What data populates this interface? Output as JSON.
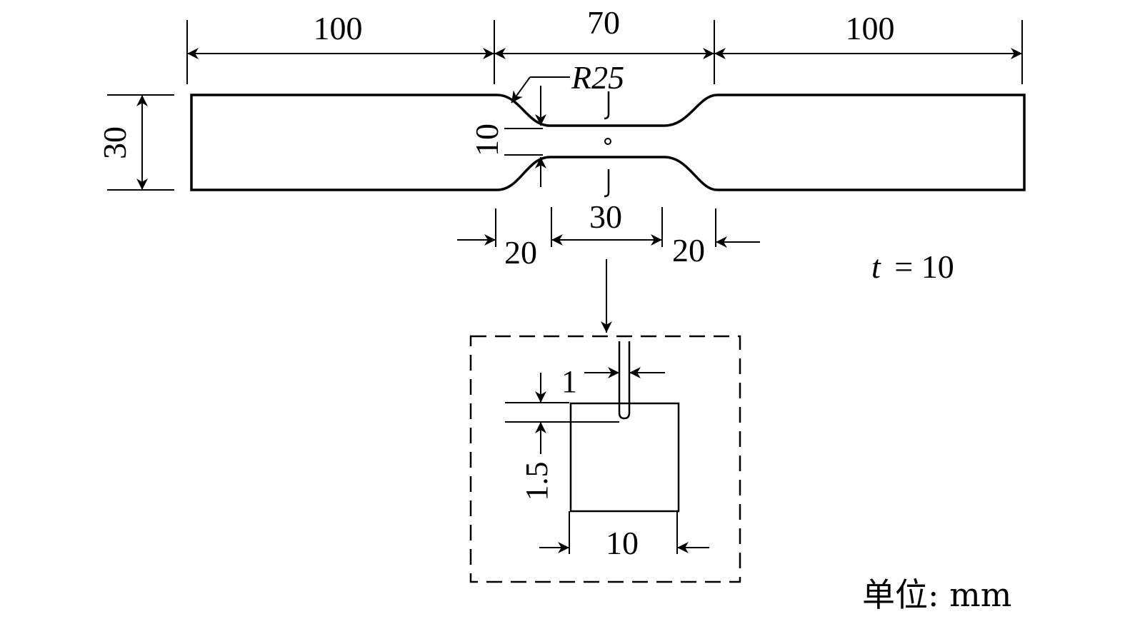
{
  "colors": {
    "line": "#000000",
    "background": "#ffffff"
  },
  "specimen": {
    "left_length": "100",
    "middle_length": "70",
    "right_length": "100",
    "overall_width": "30",
    "neck_width": "10",
    "fillet_radius": "R25",
    "left_transition": "20",
    "center_length": "30",
    "right_transition": "20",
    "thickness_symbol": "t",
    "thickness_value": "= 10"
  },
  "detail": {
    "notch_width": "1",
    "notch_depth": "1.5",
    "block_width": "10"
  },
  "units_label": "单位: mm"
}
